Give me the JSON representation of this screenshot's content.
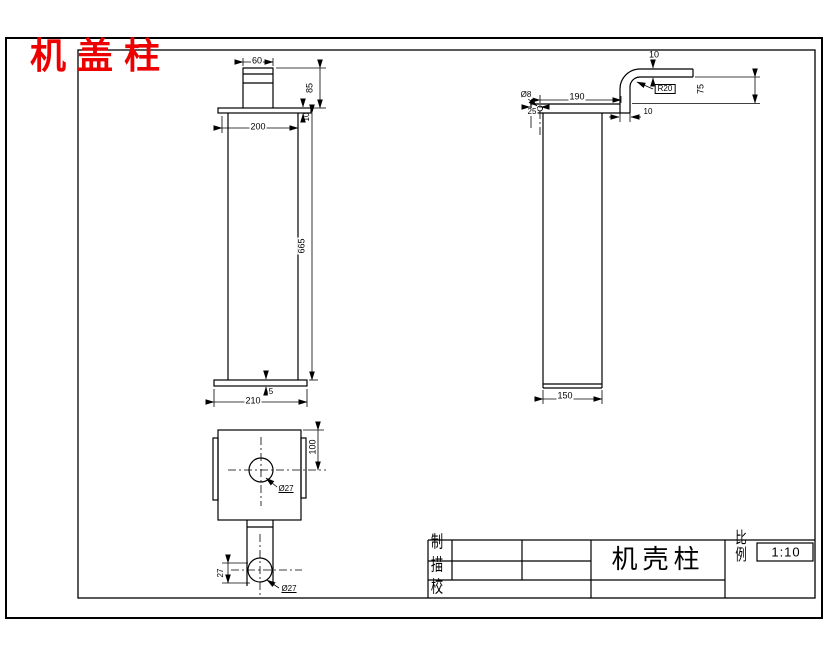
{
  "drawing": {
    "sheet_title": "机盖柱",
    "colors": {
      "line": "#000000",
      "title_red": "#ee0000",
      "background": "#ffffff"
    },
    "dims": {
      "front": {
        "top_width": "60",
        "neck_height": "85",
        "flange_thickness": "10",
        "flange_width": "200",
        "body_height": "665",
        "base_lip": "5",
        "base_width": "210"
      },
      "side": {
        "strip_thickness": "10",
        "bend_radius": "R20",
        "drop_height": "75",
        "plate_length": "190",
        "hole_diameter": "Ø8",
        "hole_offset": "25",
        "bend_thickness": "10",
        "base_width": "150"
      },
      "bottom": {
        "hole_offset": "100",
        "hole_diameter": "Ø27",
        "lug_height": "27",
        "lug_hole_diameter": "Ø27"
      }
    },
    "title_block": {
      "rows": [
        {
          "label": "制"
        },
        {
          "label": "描"
        },
        {
          "label": "校"
        }
      ],
      "part_name": "机壳柱",
      "scale_label_top": "比",
      "scale_label_bottom": "例",
      "scale_value": "1:10"
    }
  }
}
